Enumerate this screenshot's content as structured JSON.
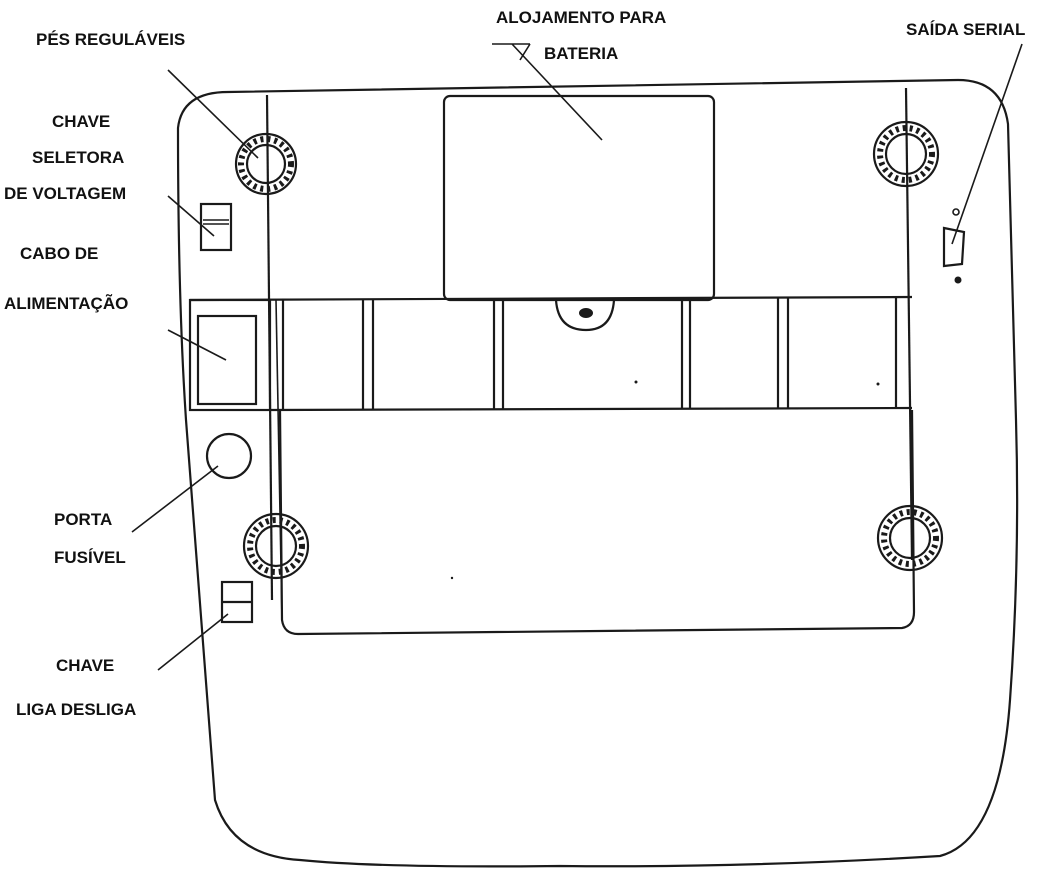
{
  "labels": {
    "pes_regulaveis": "PÉS REGULÁVEIS",
    "alojamento_line1": "ALOJAMENTO PARA",
    "alojamento_line2": "BATERIA",
    "saida_serial": "SAÍDA SERIAL",
    "chave_seletora_line1": "CHAVE",
    "chave_seletora_line2": "SELETORA",
    "chave_seletora_line3": "DE VOLTAGEM",
    "cabo_line1": "CABO DE",
    "cabo_line2": "ALIMENTAÇÃO",
    "porta_line1": "PORTA",
    "porta_line2": "FUSÍVEL",
    "chave_liga_line1": "CHAVE",
    "chave_liga_line2": "LIGA DESLIGA"
  },
  "colors": {
    "ink": "#1a1a1a",
    "background": "#ffffff"
  }
}
